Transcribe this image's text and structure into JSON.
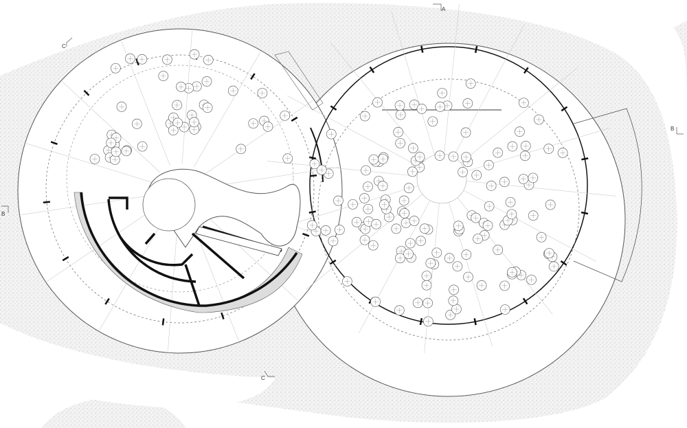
{
  "section_markers": [
    {
      "id": "top-a",
      "label": "A"
    },
    {
      "id": "left-c",
      "label": "C"
    },
    {
      "id": "right-b",
      "label": "B"
    },
    {
      "id": "left-b",
      "label": "B"
    },
    {
      "id": "bottom-c",
      "label": "C"
    }
  ],
  "colors": {
    "ground": "#eeeeee",
    "line": "#555555",
    "wall": "#111111",
    "paper": "#ffffff"
  }
}
